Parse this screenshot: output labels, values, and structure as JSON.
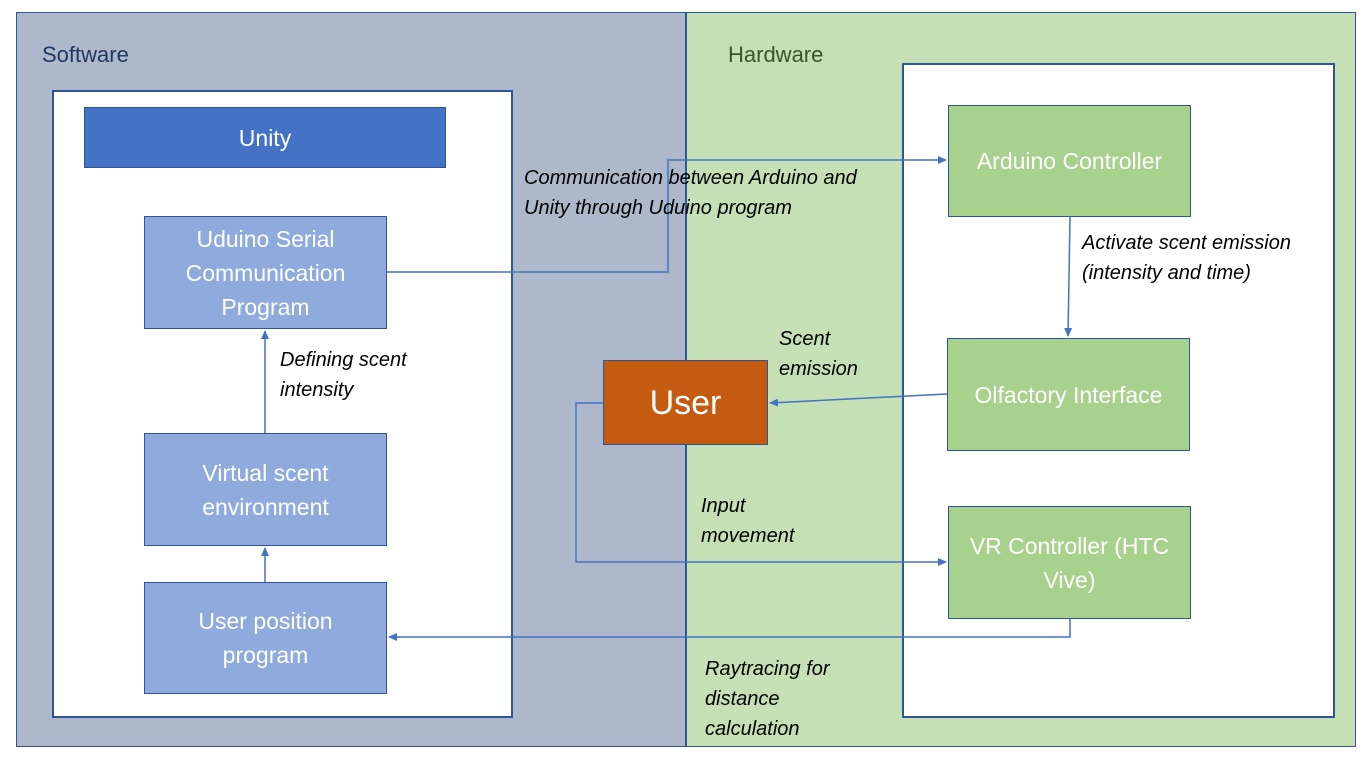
{
  "panels": {
    "software": "Software",
    "hardware": "Hardware"
  },
  "boxes": {
    "unity": "Unity",
    "uduino": "Uduino Serial Communication Program",
    "virtual_scent": "Virtual scent environment",
    "user_position": "User position program",
    "user": "User",
    "arduino": "Arduino Controller",
    "olfactory": "Olfactory Interface",
    "vr_controller": "VR Controller (HTC Vive)"
  },
  "labels": {
    "communication": "Communication between Arduino and Unity through Uduino program",
    "defining": "Defining scent intensity",
    "activate": "Activate scent emission (intensity and time)",
    "scent_emission": "Scent emission",
    "input_movement": "Input movement",
    "raytracing": "Raytracing for distance calculation"
  },
  "colors": {
    "software_bg": "#adb9ca",
    "hardware_bg": "#c5e0b4",
    "box_blue": "#8faadc",
    "box_dark_blue": "#4472c4",
    "box_green": "#a9d18e",
    "box_orange": "#c55a11",
    "line": "#4472c4"
  }
}
